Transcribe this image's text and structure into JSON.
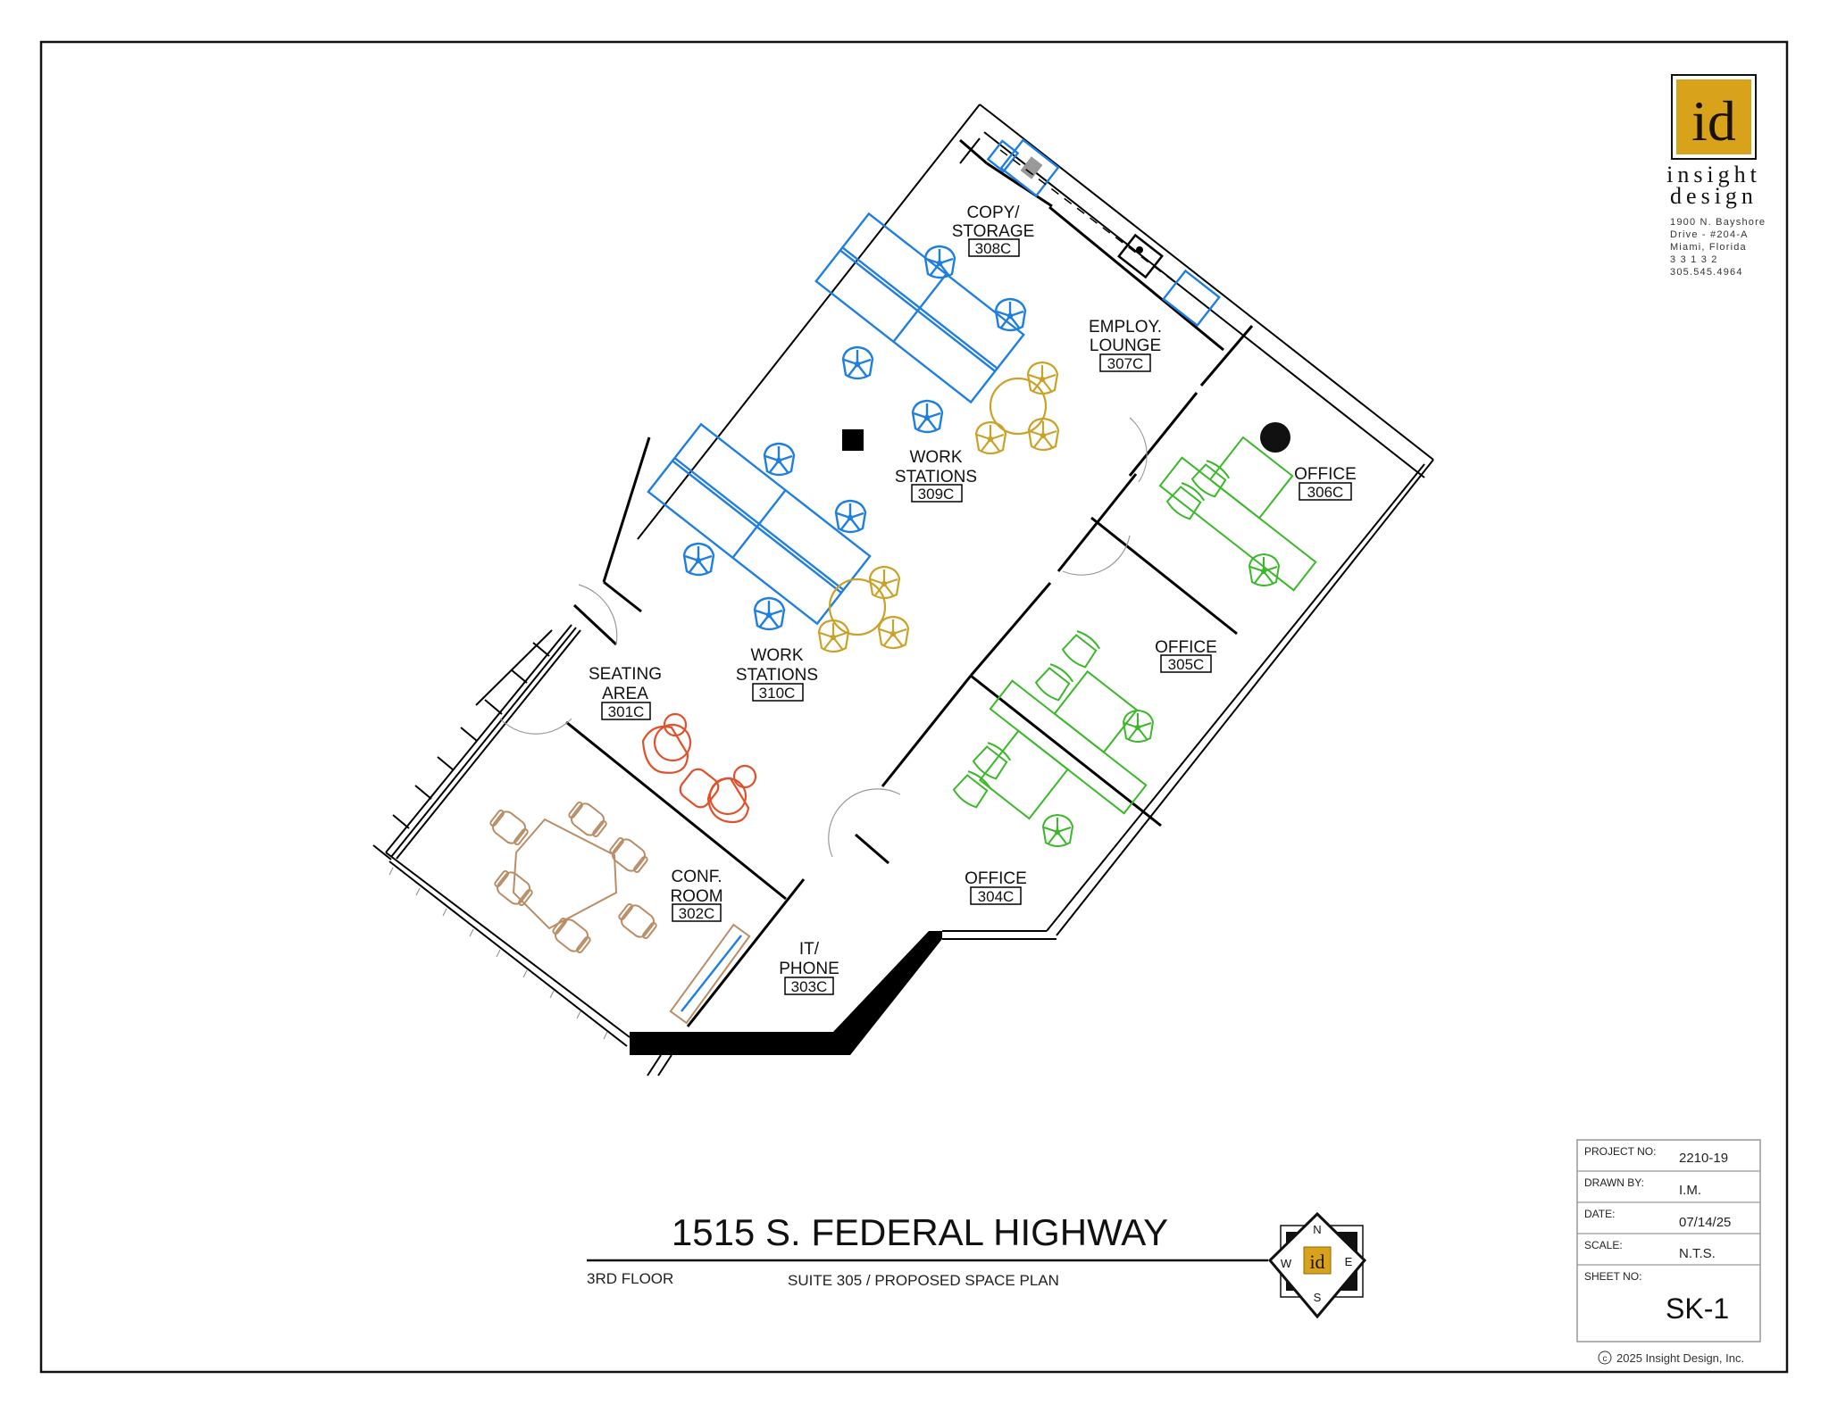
{
  "firm": {
    "logo_text": "id",
    "name_line1": "insight",
    "name_line2": "design",
    "address": [
      "1900 N. Bayshore",
      "Drive - #204-A",
      "Miami, Florida",
      "3  3  1  3  2",
      "305.545.4964"
    ],
    "brand_color": "#d9a21b"
  },
  "title": {
    "main": "1515 S. FEDERAL HIGHWAY",
    "floor": "3RD FLOOR",
    "subtitle": "SUITE 305 / PROPOSED SPACE PLAN"
  },
  "compass": {
    "n": "N",
    "s": "S",
    "e": "E",
    "w": "W",
    "center": "id"
  },
  "title_block": {
    "rows": [
      {
        "label": "PROJECT NO:",
        "value": "2210-19"
      },
      {
        "label": "DRAWN BY:",
        "value": "I.M."
      },
      {
        "label": "DATE:",
        "value": "07/14/25"
      },
      {
        "label": "SCALE:",
        "value": "N.T.S."
      },
      {
        "label": "SHEET NO:",
        "value": "SK-1"
      }
    ],
    "copyright_symbol": "c",
    "copyright": "2025 Insight Design, Inc."
  },
  "rooms": [
    {
      "name": [
        "SEATING",
        "AREA"
      ],
      "number": "301C"
    },
    {
      "name": [
        "CONF.",
        "ROOM"
      ],
      "number": "302C"
    },
    {
      "name": [
        "IT/",
        "PHONE"
      ],
      "number": "303C"
    },
    {
      "name": [
        "OFFICE"
      ],
      "number": "304C"
    },
    {
      "name": [
        "OFFICE"
      ],
      "number": "305C"
    },
    {
      "name": [
        "OFFICE"
      ],
      "number": "306C"
    },
    {
      "name": [
        "EMPLOY.",
        "LOUNGE"
      ],
      "number": "307C"
    },
    {
      "name": [
        "COPY/",
        "STORAGE"
      ],
      "number": "308C"
    },
    {
      "name": [
        "WORK",
        "STATIONS"
      ],
      "number": "309C"
    },
    {
      "name": [
        "WORK",
        "STATIONS"
      ],
      "number": "310C"
    }
  ],
  "furniture_colors": {
    "workstations": "#1f7fe0",
    "lounge": "#c9a227",
    "offices": "#3bb82a",
    "seating": "#e0502a",
    "conference": "#b98d66"
  }
}
